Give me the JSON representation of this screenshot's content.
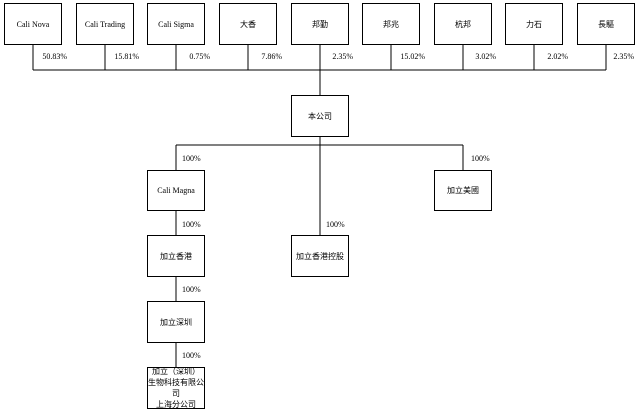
{
  "shareholders": [
    {
      "name": "Cali Nova",
      "pct": "50.83%"
    },
    {
      "name": "Cali Trading",
      "pct": "15.81%"
    },
    {
      "name": "Cali Sigma",
      "pct": "0.75%"
    },
    {
      "name": "大香",
      "pct": "7.86%"
    },
    {
      "name": "邦勤",
      "pct": "2.35%"
    },
    {
      "name": "邦兆",
      "pct": "15.02%"
    },
    {
      "name": "杭邦",
      "pct": "3.02%"
    },
    {
      "name": "力石",
      "pct": "2.02%"
    },
    {
      "name": "長驅",
      "pct": "2.35%"
    }
  ],
  "company": "本公司",
  "subsidiaries": {
    "cali_magna": {
      "name": "Cali Magna",
      "pct": "100%"
    },
    "us": {
      "name": "加立美國",
      "pct": "100%"
    },
    "hk_holding": {
      "name": "加立香港控股",
      "pct": "100%"
    },
    "hk": {
      "name": "加立香港",
      "pct": "100%"
    },
    "shenzhen": {
      "name": "加立深圳",
      "pct": "100%"
    },
    "shanghai": {
      "name": "加立（深圳）\n生物科技有限公司\n上海分公司",
      "pct": "100%"
    }
  }
}
